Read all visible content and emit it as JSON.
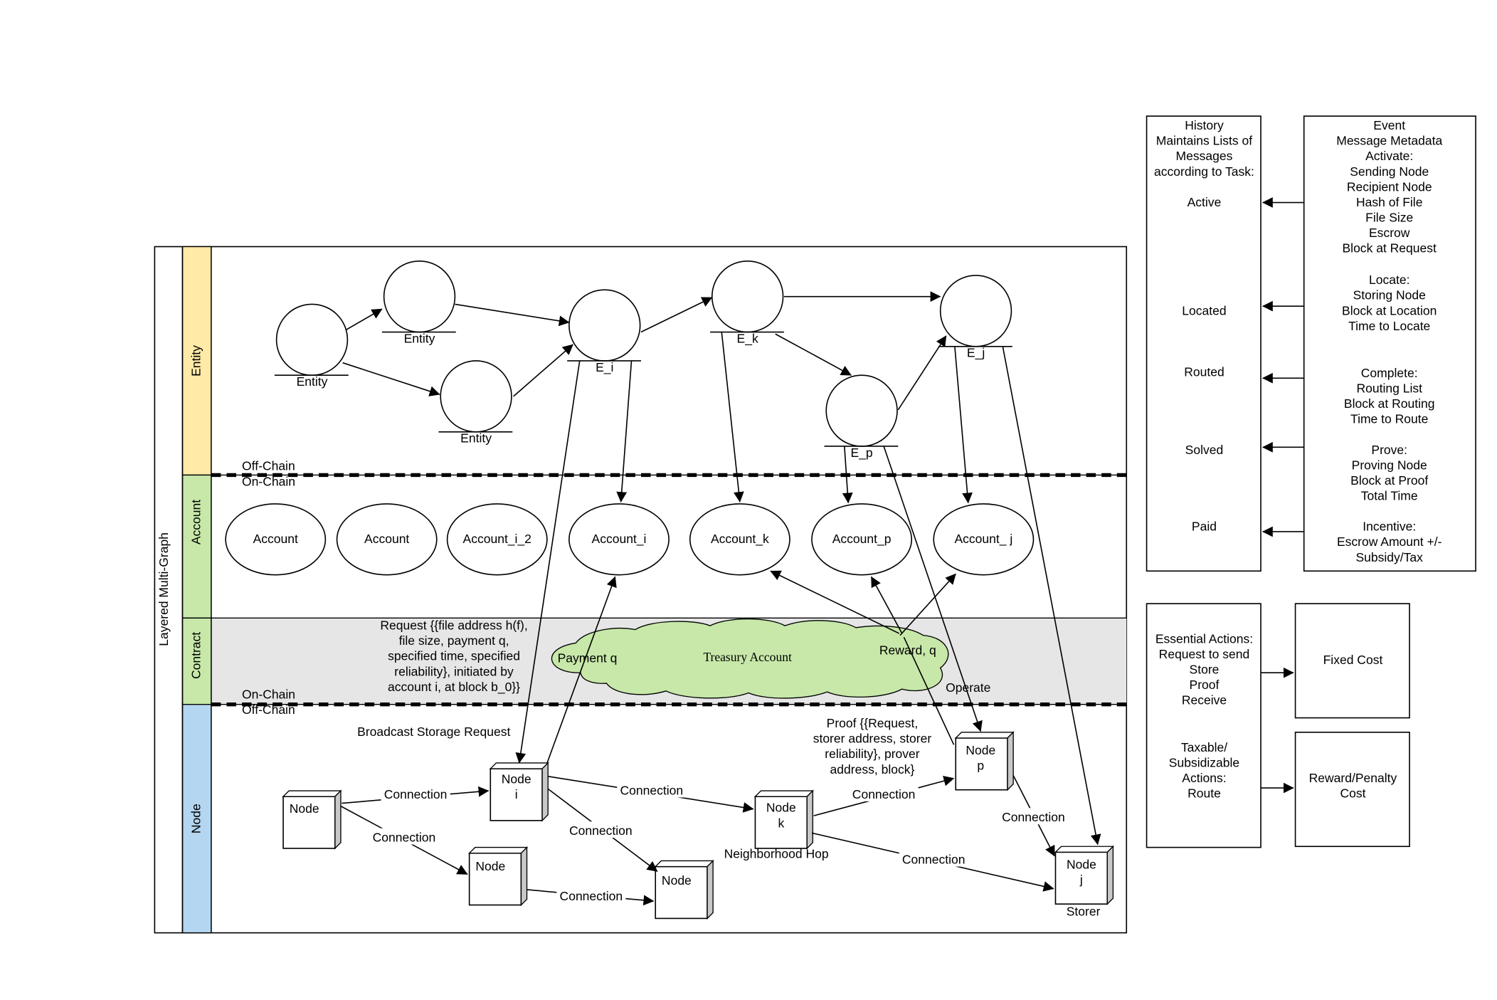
{
  "frame": {
    "title": "Layered Multi-Graph"
  },
  "lanes": {
    "entity": "Entity",
    "account": "Account",
    "contract": "Contract",
    "node": "Node"
  },
  "boundaries": {
    "off_chain": "Off-Chain",
    "on_chain": "On-Chain"
  },
  "colors": {
    "entity_lane": "#ffeaa7",
    "account_lane": "#c7e8a9",
    "node_lane": "#b4d6f0",
    "contract_band": "#e6e6e6",
    "cloud": "#c7e8a9"
  },
  "entities": {
    "e1": "Entity",
    "e2": "Entity",
    "e3": "Entity",
    "ei": "E_i",
    "ek": "E_k",
    "ep": "E_p",
    "ej": "E_j"
  },
  "accounts": {
    "a1": "Account",
    "a2": "Account",
    "ai2": "Account_i_2",
    "ai": "Account_i",
    "ak": "Account_k",
    "ap": "Account_p",
    "aj": "Account_ j"
  },
  "contract": {
    "request": [
      "Request {{file address h(f),",
      "file size, payment q,",
      "specified time, specified",
      "reliability}, initiated by",
      "account i, at block b_0}}"
    ],
    "payment": "Payment q",
    "treasury": "Treasury Account",
    "reward": "Reward, q",
    "operate": "Operate"
  },
  "nodes": {
    "n1": "Node",
    "ni": [
      "Node",
      "i"
    ],
    "n3": "Node",
    "n4": "Node",
    "nk": [
      "Node",
      "k"
    ],
    "np": [
      "Node",
      "p"
    ],
    "nj": [
      "Node",
      "j"
    ]
  },
  "node_labels": {
    "broadcast": "Broadcast Storage Request",
    "proof": [
      "Proof {{Request,",
      "storer address, storer",
      "reliability}, prover",
      "address, block}"
    ],
    "hop": "Neighborhood Hop",
    "storer": "Storer",
    "connection": "Connection"
  },
  "history": {
    "header": [
      "History",
      "Maintains Lists of",
      "Messages",
      "according to Task:"
    ],
    "items": [
      "Active",
      "Located",
      "Routed",
      "Solved",
      "Paid"
    ]
  },
  "event": {
    "header": [
      "Event",
      "Message Metadata"
    ],
    "activate": [
      "Activate:",
      "Sending Node",
      "Recipient Node",
      "Hash of File",
      "File Size",
      "Escrow",
      "Block at Request"
    ],
    "locate": [
      "Locate:",
      "Storing Node",
      "Block at Location",
      "Time to Locate"
    ],
    "complete": [
      "Complete:",
      "Routing List",
      "Block at Routing",
      "Time to Route"
    ],
    "prove": [
      "Prove:",
      "Proving Node",
      "Block at Proof",
      "Total Time"
    ],
    "incentive": [
      "Incentive:",
      "Escrow Amount +/-",
      "Subsidy/Tax"
    ]
  },
  "actions": {
    "essential": [
      "Essential Actions:",
      "Request to send",
      "Store",
      "Proof",
      "Receive"
    ],
    "taxable": [
      "Taxable/",
      "Subsidizable",
      "Actions:",
      "Route"
    ],
    "fixed_cost": "Fixed Cost",
    "reward_cost": [
      "Reward/Penalty",
      "Cost"
    ]
  }
}
